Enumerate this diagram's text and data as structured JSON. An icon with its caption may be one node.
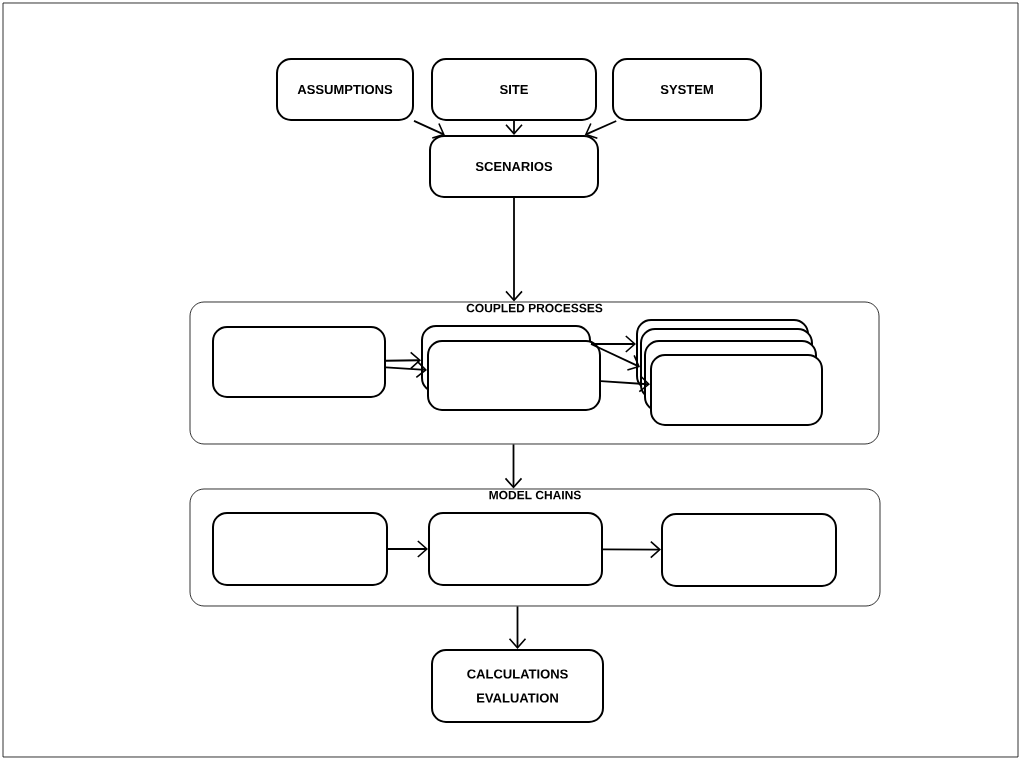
{
  "diagram": {
    "nodes": [
      {
        "text": [
          "ASSUMPTIONS"
        ]
      },
      {
        "text": [
          "SITE"
        ]
      },
      {
        "text": [
          "SYSTEM"
        ]
      },
      {
        "text": [
          "SCENARIOS"
        ]
      },
      {
        "text": [
          "COUPLED PROCESSES"
        ]
      },
      {
        "text": [],
        "shape": "box",
        "in": 4
      },
      {
        "text": [],
        "shape": "box",
        "in": 4
      },
      {
        "text": [],
        "shape": "box",
        "in": 4
      },
      {
        "text": [],
        "shape": "box",
        "in": 4
      },
      {
        "text": [
          "MODEL CHAINS"
        ]
      },
      {
        "text": [],
        "shape": "box",
        "in": 9
      },
      {
        "text": [],
        "shape": "box",
        "in": 9
      },
      {
        "text": [],
        "shape": "box",
        "in": 9
      },
      {
        "text": [
          "CALCULATIONS EVALUATION"
        ]
      }
    ],
    "edges": [
      {
        "from": 0,
        "to": 3,
        "arrow": "to"
      },
      {
        "from": 1,
        "to": 3,
        "arrow": "to"
      },
      {
        "from": 2,
        "to": 3,
        "arrow": "to"
      },
      {
        "from": 3,
        "to": 4,
        "arrow": "to"
      },
      {
        "from": 5,
        "to": 6,
        "arrow": "to"
      },
      {
        "from": 5,
        "to": 7,
        "arrow": "to"
      },
      {
        "from": 6,
        "to": 8,
        "arrow": "to"
      },
      {
        "from": 6,
        "to": 8,
        "arrow": "to"
      },
      {
        "from": 7,
        "to": 8,
        "arrow": "to"
      },
      {
        "from": 4,
        "to": 9,
        "arrow": "to"
      },
      {
        "from": 10,
        "to": 11,
        "arrow": "to"
      },
      {
        "from": 11,
        "to": 12,
        "arrow": "to"
      },
      {
        "from": 9,
        "to": 13,
        "arrow": "to"
      }
    ]
  }
}
